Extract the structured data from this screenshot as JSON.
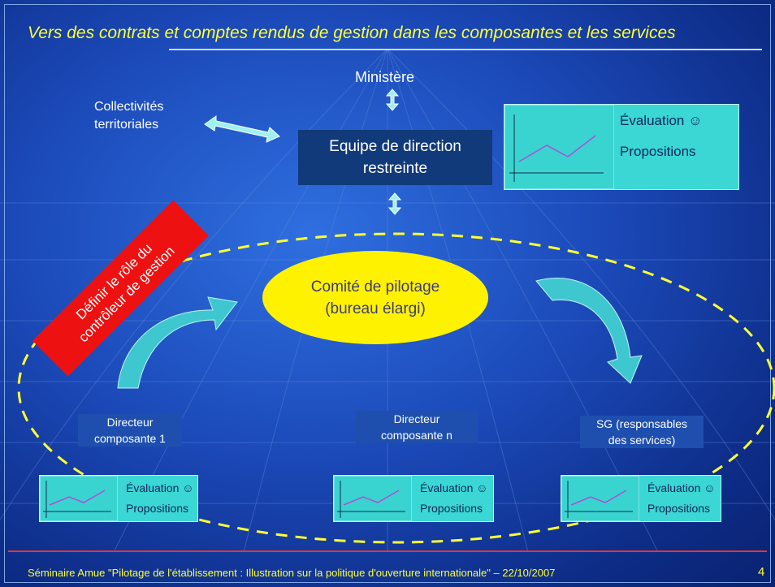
{
  "title": "Vers des contrats et comptes rendus de gestion dans les composantes et les services",
  "top": {
    "ministere": "Ministère",
    "collectivites_line1": "Collectivités",
    "collectivites_line2": "territoriales",
    "equipe_line1": "Equipe de direction",
    "equipe_line2": "restreinte",
    "evaluation": "Évaluation ☺",
    "propositions": "Propositions"
  },
  "center": {
    "comite_line1": "Comité de pilotage",
    "comite_line2": "(bureau élargi)"
  },
  "banner": {
    "line1": "Définir le rôle du",
    "line2": "contrôleur de gestion"
  },
  "directors": [
    {
      "line1": "Directeur",
      "line2": "composante 1"
    },
    {
      "line1": "Directeur",
      "line2": "composante n"
    },
    {
      "line1": "SG (responsables",
      "line2": "des services)"
    }
  ],
  "cards": [
    {
      "evaluation": "Évaluation ☺",
      "propositions": "Propositions"
    },
    {
      "evaluation": "Évaluation ☺",
      "propositions": "Propositions"
    },
    {
      "evaluation": "Évaluation ☺",
      "propositions": "Propositions"
    }
  ],
  "footer": {
    "text": "Séminaire Amue \"Pilotage de l'établissement : Illustration sur la politique d'ouverture internationale\" – 22/10/2007",
    "page": "4"
  },
  "colors": {
    "background": "#1b49b8",
    "title": "#ffff33",
    "cyan": "#3ad7d4",
    "yellow_ellipse": "#fff200",
    "banner": "#ee1111",
    "navy_box": "#113a7a"
  }
}
